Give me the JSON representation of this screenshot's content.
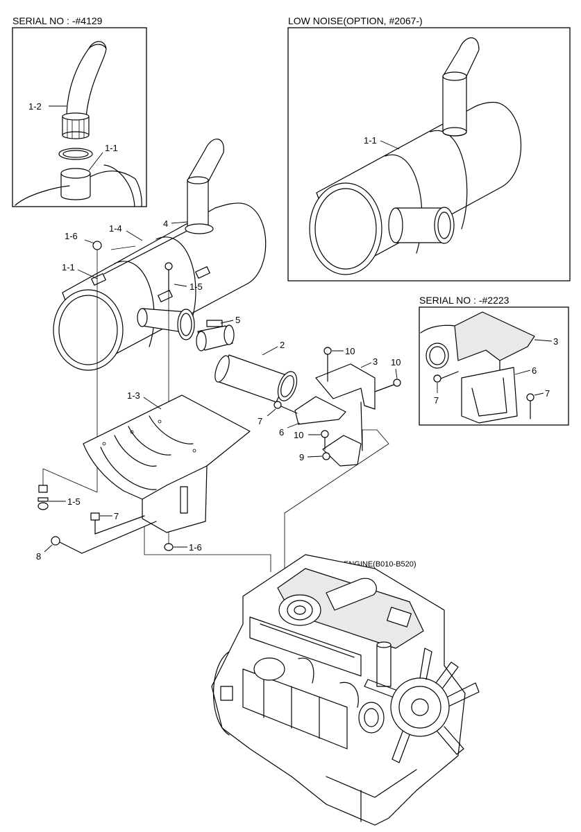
{
  "headers": {
    "inset_top_left": "SERIAL NO : -#4129",
    "inset_top_right": "LOW NOISE(OPTION, #2067-)",
    "inset_mid_right": "SERIAL NO : -#2223",
    "engine": "ENGINE(B010-B520)"
  },
  "callouts": {
    "c_1_2": "1-2",
    "c_1_1": "1-1",
    "c_4": "4",
    "c_1_6": "1-6",
    "c_1_4": "1-4",
    "c_1_5": "1-5",
    "c_5": "5",
    "c_2": "2",
    "c_3": "3",
    "c_10": "10",
    "c_7": "7",
    "c_6": "6",
    "c_9": "9",
    "c_1_3": "1-3",
    "c_8": "8"
  }
}
